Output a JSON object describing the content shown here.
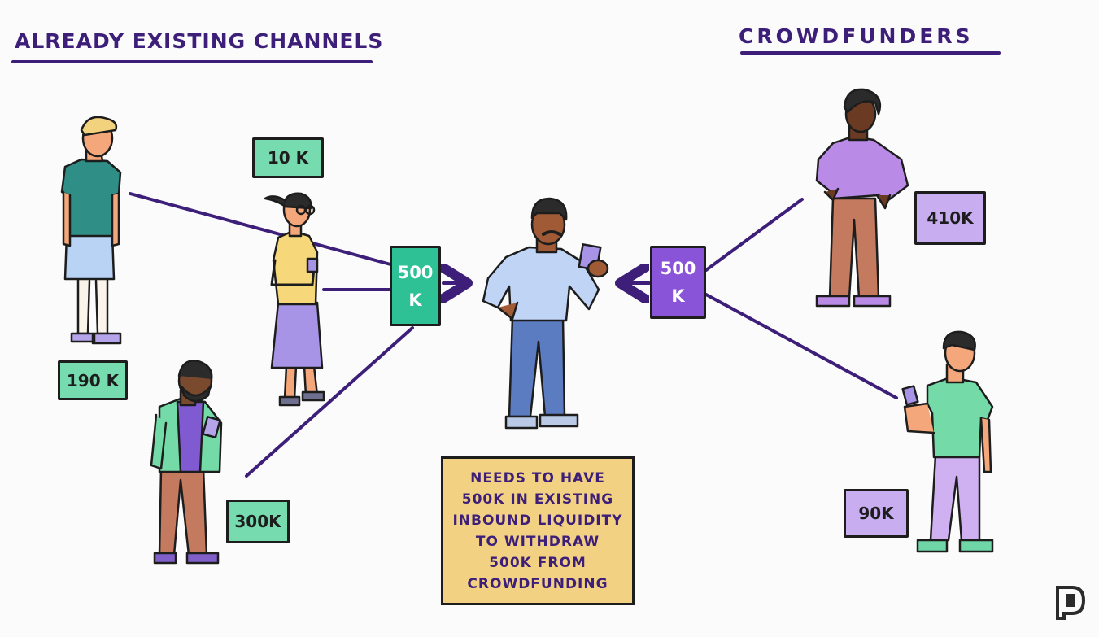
{
  "headings": {
    "left": "ALREADY EXISTING CHANNELS",
    "right": "CROWDFUNDERS"
  },
  "channels": {
    "person_1_amount": "190 K",
    "person_2_amount": "10 K",
    "person_3_amount": "300K",
    "hub_line_1": "500",
    "hub_line_2": "K"
  },
  "crowdfunders": {
    "person_1_amount": "410K",
    "person_2_amount": "90K",
    "hub_line_1": "500",
    "hub_line_2": "K"
  },
  "note": {
    "lines": [
      "NEEDS TO HAVE",
      "500K IN EXISTING",
      "INBOUND LIQUIDITY",
      "TO WITHDRAW",
      "500K FROM",
      "CROWDFUNDING"
    ]
  },
  "colors": {
    "ink": "#1d1d1d",
    "line": "#3d1f7a",
    "green_tag": "#77dbb0",
    "green_hub": "#2fc196",
    "purple_tag": "#c8aef0",
    "purple_hub": "#8a54d8",
    "note_bg": "#f2d182"
  }
}
